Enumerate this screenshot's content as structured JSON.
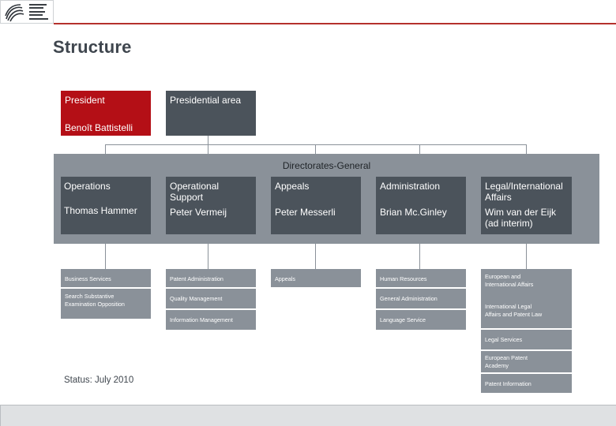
{
  "title": "Structure",
  "president": {
    "role": "President",
    "name": "Benoît Battistelli"
  },
  "presidential_area": {
    "label": "Presidential area"
  },
  "directorates": {
    "heading": "Directorates-General",
    "items": [
      {
        "title": "Operations",
        "head": "Thomas Hammer"
      },
      {
        "title": "Operational Support",
        "head": "Peter Vermeij"
      },
      {
        "title": "Appeals",
        "head": "Peter Messerli"
      },
      {
        "title": "Administration",
        "head": "Brian Mc.Ginley"
      },
      {
        "title": "Legal/International Affairs",
        "head": "Wim van der Eijk (ad interim)"
      }
    ]
  },
  "units": {
    "operations": [
      "Business Services",
      "Search Substantive Examination Opposition"
    ],
    "operational_support": [
      "Patent Administration",
      "Quality Management",
      "Information Management"
    ],
    "appeals": [
      "Appeals"
    ],
    "administration": [
      "Human Resources",
      "General Administration",
      "Language Service"
    ],
    "legal": [
      "European and International Affairs",
      "International Legal Affairs and Patent Law",
      "Legal Services",
      "European Patent Academy",
      "Patent Information"
    ]
  },
  "status": "Status: July 2010",
  "colors": {
    "accent_red": "#b40f16",
    "dark_box": "#4b535b",
    "light_box": "#8a9199",
    "title": "#3f464e"
  },
  "icons": {
    "logo": "epo-logo-icon"
  }
}
